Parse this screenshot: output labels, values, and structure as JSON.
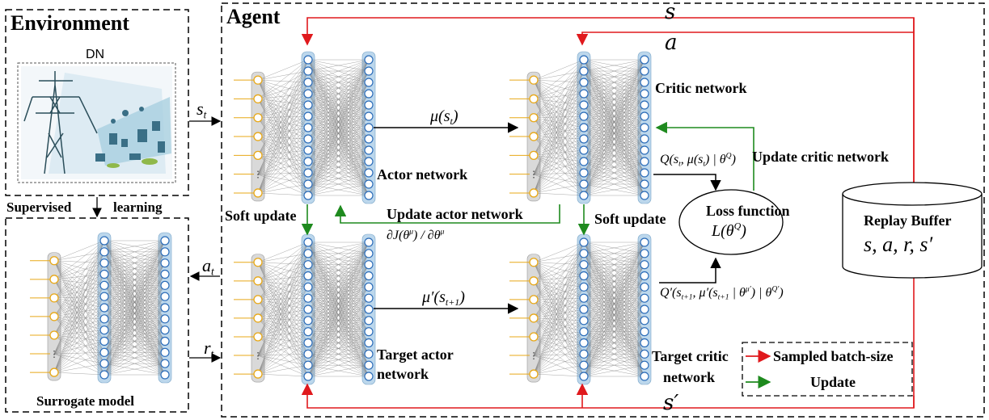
{
  "environment": {
    "title": "Environment",
    "dn_label": "DN"
  },
  "surrogate": {
    "caption": "Surrogate model",
    "supervised_word": "Supervised",
    "learning_word": "learning"
  },
  "agent": {
    "title": "Agent",
    "actor_network": "Actor network",
    "critic_network": "Critic network",
    "target_actor_line1": "Target actor",
    "target_actor_line2": "network",
    "target_critic_line1": "Target critic",
    "target_critic_line2": "network",
    "soft_update_left": "Soft update",
    "soft_update_right": "Soft update",
    "update_actor": "Update actor network",
    "update_critic": "Update critic network",
    "loss_function": "Loss function",
    "loss_expr": "L(θ",
    "replay_buffer": "Replay Buffer",
    "replay_contents": "s, a, r, s′"
  },
  "signals": {
    "s_top": "s",
    "a_top": "a",
    "s_prime_bottom": "s′",
    "st": "s",
    "at": "a",
    "rt": "r",
    "t_sub": "t"
  },
  "math": {
    "mu_st": "μ(s",
    "mu_prime_st1": "μ′(s",
    "grad_expr": "∂J(θ",
    "q_expr": "Q(s",
    "q_prime_expr": "Q′(s"
  },
  "legend": {
    "sampled": "Sampled batch-size",
    "update": "Update"
  },
  "colors": {
    "red_arrow": "#e0191d",
    "green_arrow": "#1e8a1e",
    "node_fill": "#ffffff",
    "node_stroke": "#2a6bb8",
    "input_node_stroke": "#e8a817",
    "layer_bg_gray": "#d9d9d9",
    "layer_bg_blue": "#bcd7ec"
  }
}
